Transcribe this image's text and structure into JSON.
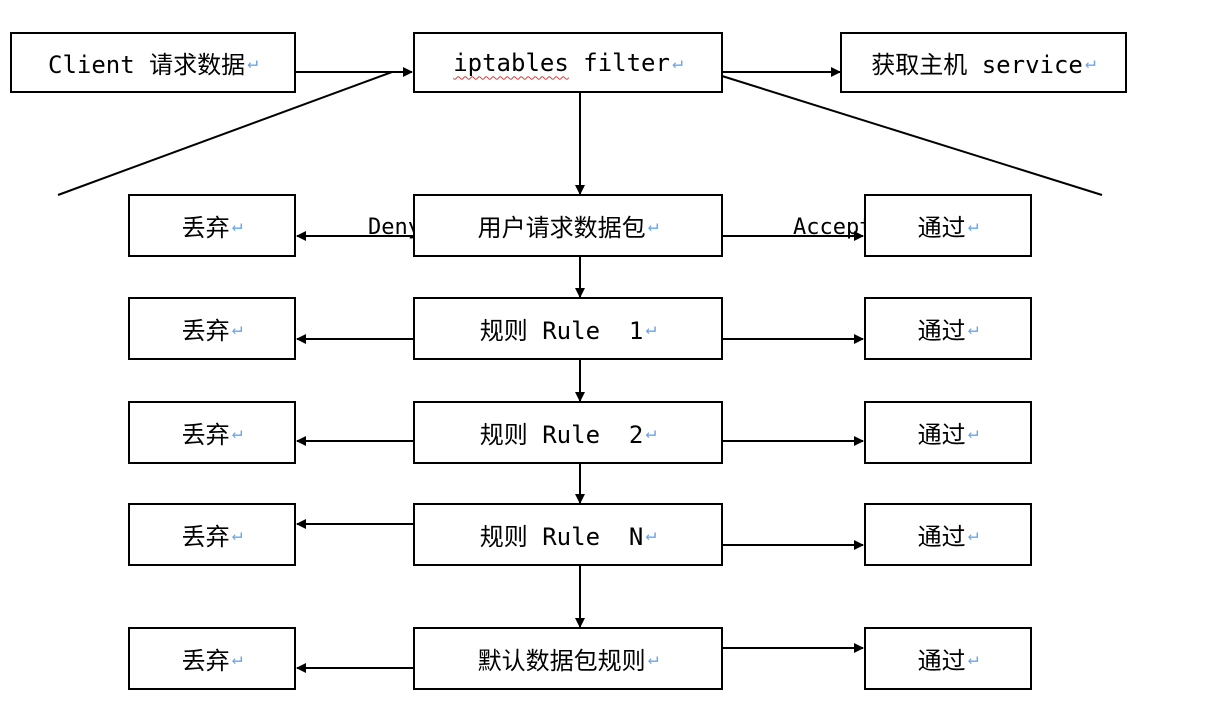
{
  "colors": {
    "line": "#000000",
    "box_border": "#000000",
    "paragraph_mark": "#6aa6e8",
    "spell_underline": "#d23a3a"
  },
  "paragraph_mark": "↵",
  "top_row": {
    "client": "Client 请求数据",
    "filter_word1": "iptables",
    "filter_word2": " filter",
    "host": "获取主机 service"
  },
  "edge_labels": {
    "deny": "Deny",
    "accept": "Accept"
  },
  "rows": [
    {
      "center": "用户请求数据包",
      "left": "丢弃",
      "right": "通过"
    },
    {
      "center": "规则 Rule  1",
      "left": "丢弃",
      "right": "通过"
    },
    {
      "center": "规则 Rule  2",
      "left": "丢弃",
      "right": "通过"
    },
    {
      "center": "规则 Rule  N",
      "left": "丢弃",
      "right": "通过"
    },
    {
      "center": "默认数据包规则",
      "left": "丢弃",
      "right": "通过"
    }
  ]
}
